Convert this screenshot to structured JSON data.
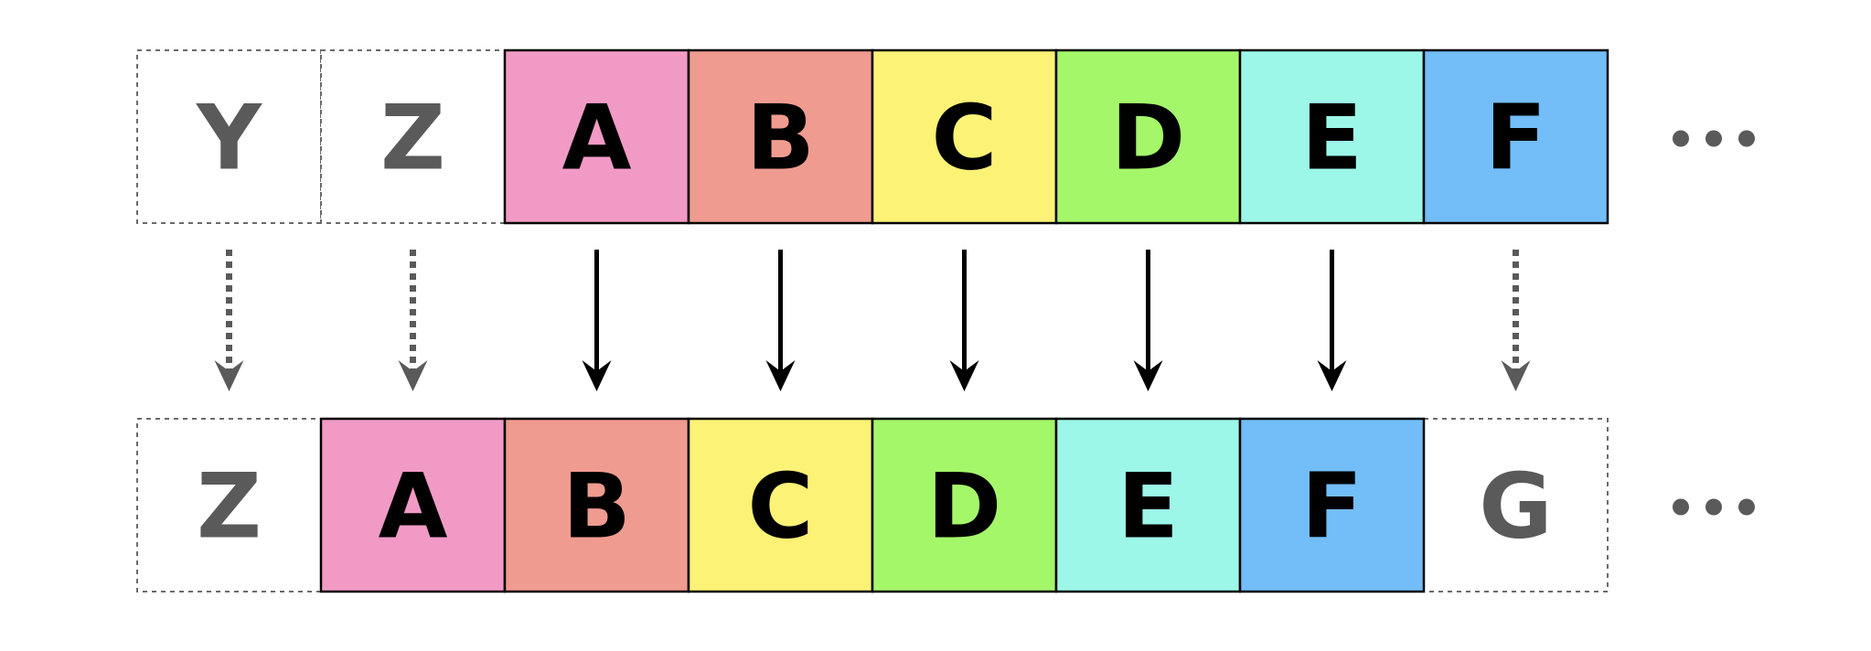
{
  "top_row": {
    "cells": [
      {
        "label": "Y",
        "style": "ghost"
      },
      {
        "label": "Z",
        "style": "ghost"
      },
      {
        "label": "A",
        "style": "solid",
        "color": "#f29ac6"
      },
      {
        "label": "B",
        "style": "solid",
        "color": "#f09b90"
      },
      {
        "label": "C",
        "style": "solid",
        "color": "#fcf276"
      },
      {
        "label": "D",
        "style": "solid",
        "color": "#a5f76a"
      },
      {
        "label": "E",
        "style": "solid",
        "color": "#9cf7e8"
      },
      {
        "label": "F",
        "style": "solid",
        "color": "#73bdf8"
      }
    ],
    "ellipsis": "…"
  },
  "arrows": [
    "dotted",
    "dotted",
    "solid",
    "solid",
    "solid",
    "solid",
    "solid",
    "dotted"
  ],
  "bottom_row": {
    "cells": [
      {
        "label": "Z",
        "style": "ghost"
      },
      {
        "label": "A",
        "style": "solid",
        "color": "#f29ac6"
      },
      {
        "label": "B",
        "style": "solid",
        "color": "#f09b90"
      },
      {
        "label": "C",
        "style": "solid",
        "color": "#fcf276"
      },
      {
        "label": "D",
        "style": "solid",
        "color": "#a5f76a"
      },
      {
        "label": "E",
        "style": "solid",
        "color": "#9cf7e8"
      },
      {
        "label": "F",
        "style": "solid",
        "color": "#73bdf8"
      },
      {
        "label": "G",
        "style": "ghost"
      }
    ],
    "ellipsis": "…"
  },
  "colors": {
    "ghost_text": "#5a5a5a",
    "ghost_border": "#6a6a6a",
    "solid_text": "#000000",
    "solid_border": "#000000",
    "dotted_arrow": "#5a5a5a",
    "solid_arrow": "#000000"
  }
}
